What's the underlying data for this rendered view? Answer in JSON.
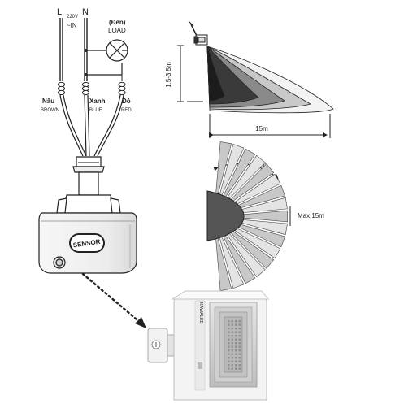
{
  "wiring": {
    "terminal_l": "L",
    "terminal_n": "N",
    "voltage": "220V",
    "input": "~IN",
    "load_vn": "(Đèn)",
    "load_en": "LOAD",
    "wires": [
      {
        "vn": "Nâu",
        "en": "BROWN"
      },
      {
        "vn": "Xanh",
        "en": "BLUE"
      },
      {
        "vn": "Đỏ",
        "en": "RED"
      }
    ],
    "sensor_label": "SENSOR"
  },
  "detection": {
    "height_label": "1.5-3.5m",
    "distance_label": "15m",
    "angle_label": "180°",
    "max_label": "Max:15m"
  },
  "floodlight": {
    "brand_label": "KAWALED"
  },
  "colors": {
    "line": "#222222",
    "cone_dark": "#3a3a3a",
    "cone_mid": "#8a8a8a",
    "cone_light": "#c9c9c9",
    "fixture_body": "#f4f4f4",
    "led_panel": "#d8d8d8"
  }
}
